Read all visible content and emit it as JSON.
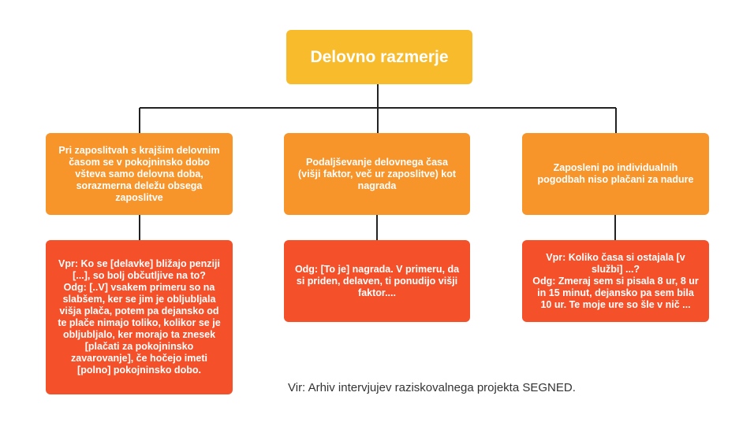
{
  "root": {
    "label": "Delovno razmerje"
  },
  "branches": [
    {
      "topic": "Pri zaposlitvah s krajšim delovnim časom se v pokojninsko dobo všteva samo delovna doba, sorazmerna deležu obsega zaposlitve",
      "quote": "Vpr: Ko se [delavke] bližajo penziji [...], so bolj občutljive na to?\nOdg: [..V] vsakem primeru so na slabšem, ker se jim je obljubljala višja plača, potem pa dejansko od te plače nimajo toliko, kolikor se je obljubljalo, ker morajo ta znesek [plačati za pokojninsko zavarovanje], če hočejo imeti [polno] pokojninsko dobo."
    },
    {
      "topic": "Podaljševanje delovnega časa (višji faktor, več ur zaposlitve) kot nagrada",
      "quote": "Odg: [To je] nagrada. V primeru, da si priden, delaven, ti ponudijo višji faktor...."
    },
    {
      "topic": "Zaposleni po individualnih pogodbah niso plačani za nadure",
      "quote": "Vpr: Koliko časa si ostajala [v službi] ...?\nOdg: Zmeraj sem si pisala 8 ur, 8 ur in 15 minut, dejansko pa sem bila 10 ur. Te moje ure so šle v nič ..."
    }
  ],
  "source": "Vir: Arhiv intervjujev raziskovalnega projekta SEGNED.",
  "colors": {
    "root": "#f7bb2c",
    "topic": "#f7942a",
    "quote": "#f4502a",
    "connector": "#222222"
  }
}
